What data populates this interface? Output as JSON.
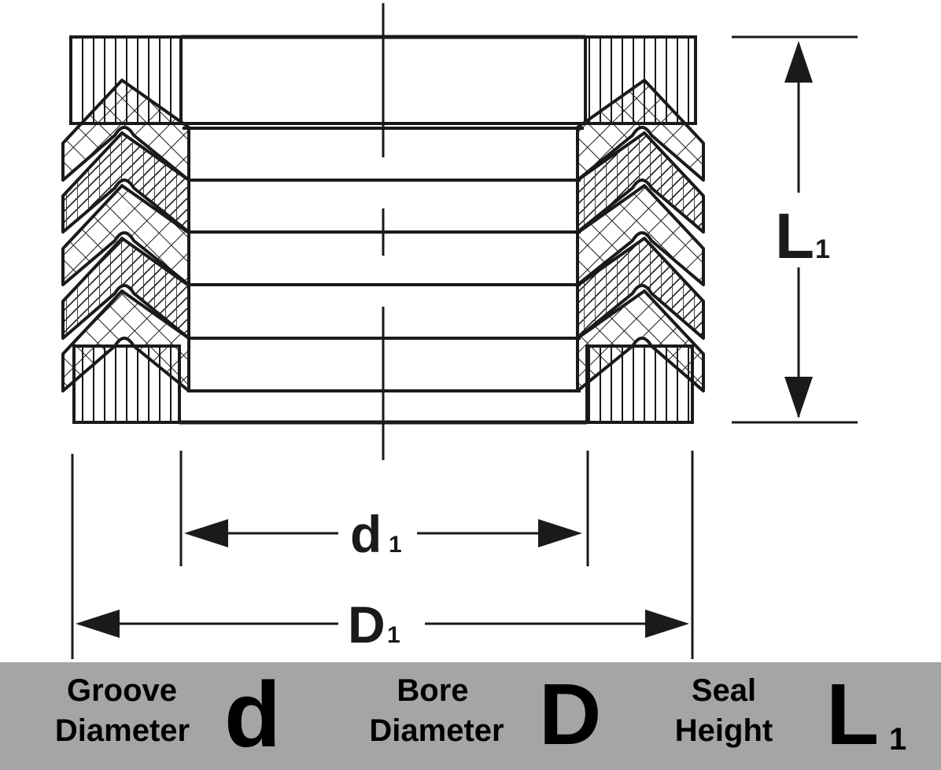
{
  "dimensions": {
    "height_label": "L",
    "height_sub": "1",
    "groove_label": "d",
    "groove_sub": "1",
    "bore_label": "D",
    "bore_sub": "1"
  },
  "legend": {
    "groove": {
      "line1": "Groove",
      "line2": "Diameter",
      "symbol": "d"
    },
    "bore": {
      "line1": "Bore",
      "line2": "Diameter",
      "symbol": "D"
    },
    "seal": {
      "line1": "Seal",
      "line2": "Height",
      "symbol": "L",
      "symbol_sub": "1"
    }
  },
  "colors": {
    "legend_background": "#a5a5a5",
    "ink": "#1a1a1a"
  }
}
